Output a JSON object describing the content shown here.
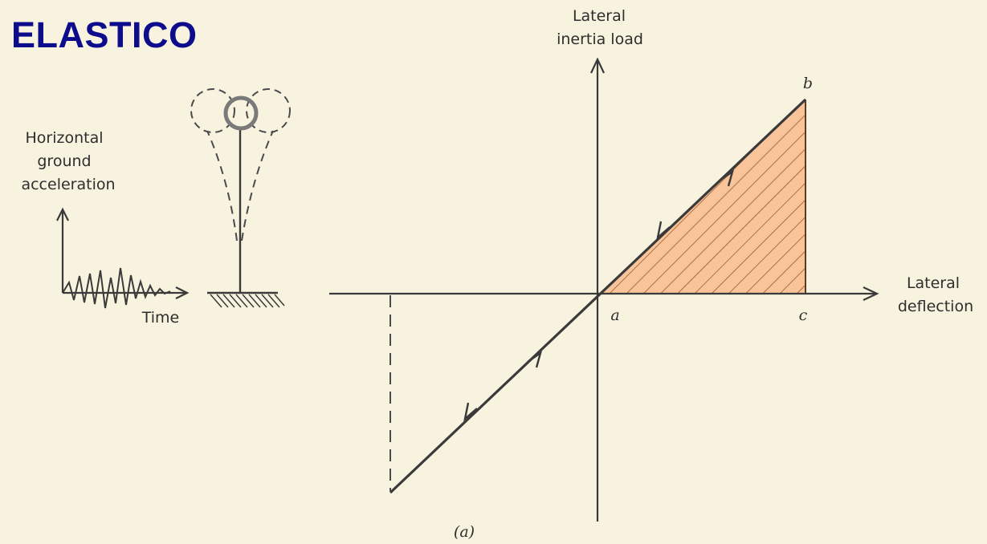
{
  "title": "ELASTICO",
  "colors": {
    "title": "#0d0c8c",
    "background": "#f7f3df",
    "shaded_area": "#f9c49a",
    "hatch": "#8a4a22",
    "mass_highlight": "#7a7a7a",
    "line": "#3a3a3a"
  },
  "inset": {
    "accel_label_lines": [
      "Horizontal",
      "ground",
      "acceleration"
    ],
    "time_label": "Time"
  },
  "graph": {
    "y_axis_label_lines": [
      "Lateral",
      "inertia load"
    ],
    "x_axis_label_lines": [
      "Lateral",
      "deflection"
    ],
    "points": {
      "a": "a",
      "b": "b",
      "c": "c"
    },
    "caption": "(a)"
  }
}
